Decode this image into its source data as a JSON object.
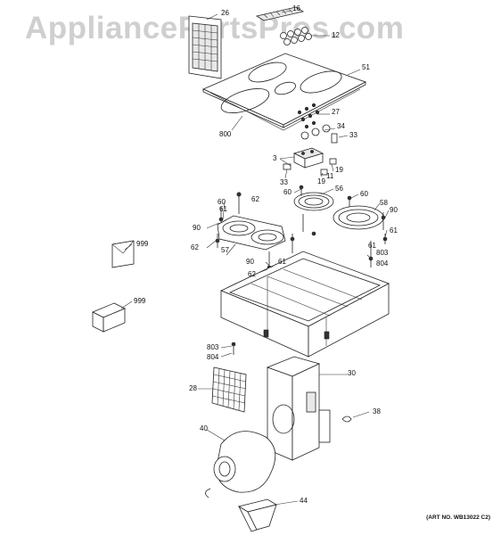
{
  "watermark": "AppliancePartsPros.com",
  "art_number": "(ART NO. WB13022 C2)",
  "callouts": {
    "p26": "26",
    "p16": "16",
    "p12": "12",
    "p51": "51",
    "p27": "27",
    "p34": "34",
    "p33a": "33",
    "p800": "800",
    "p3": "3",
    "p33b": "33",
    "p11": "11",
    "p19a": "19",
    "p19b": "19",
    "p56": "56",
    "p60a": "60",
    "p60b": "60",
    "p60c": "60",
    "p62a": "62",
    "p61a": "61",
    "p58": "58",
    "p90a": "90",
    "p90b": "90",
    "p61b": "61",
    "p999a": "999",
    "p62b": "62",
    "p57": "57",
    "p61c": "61",
    "p803a": "803",
    "p804a": "804",
    "p90c": "90",
    "p61d": "61",
    "p62c": "62",
    "p999b": "999",
    "p803b": "803",
    "p804b": "804",
    "p30": "30",
    "p28": "28",
    "p38": "38",
    "p40": "40",
    "p44": "44"
  }
}
